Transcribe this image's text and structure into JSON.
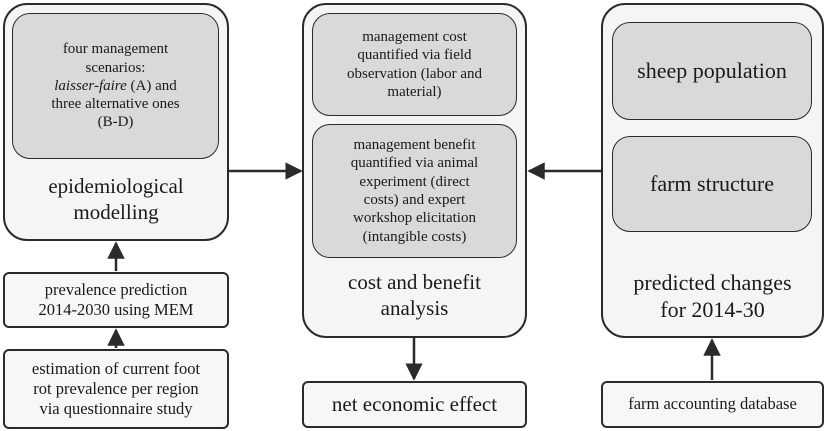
{
  "left": {
    "scenarios": {
      "line1": "four management",
      "line2": "scenarios:",
      "line3_italic": "laisser-faire",
      "line3_rest": " (A) and",
      "line4": "three alternative ones",
      "line5": "(B-D)"
    },
    "epi_label": {
      "line1": "epidemiological",
      "line2": "modelling"
    },
    "prevalence_prediction": {
      "line1": "prevalence prediction",
      "line2": "2014-2030 using MEM"
    },
    "estimation": {
      "line1": "estimation of current foot",
      "line2": "rot prevalence per region",
      "line3": "via questionnaire study"
    }
  },
  "middle": {
    "cost": {
      "line1": "management cost",
      "line2": "quantified via field",
      "line3": "observation (labor and",
      "line4": "material)"
    },
    "benefit": {
      "line1": "management benefit",
      "line2": "quantified via animal",
      "line3": "experiment (direct",
      "line4": "costs) and expert",
      "line5": "workshop elicitation",
      "line6": "(intangible costs)"
    },
    "cba_label": {
      "line1": "cost and benefit",
      "line2": "analysis"
    },
    "net_effect": "net economic effect"
  },
  "right": {
    "sheep": "sheep population",
    "farm_structure": "farm structure",
    "predicted": {
      "line1": "predicted changes",
      "line2": "for 2014-30"
    },
    "database": "farm accounting database"
  },
  "colors": {
    "stroke": "#2b2b2b",
    "inner_fill": "#d9d9d9",
    "outer_fill": "#f5f5f5"
  }
}
